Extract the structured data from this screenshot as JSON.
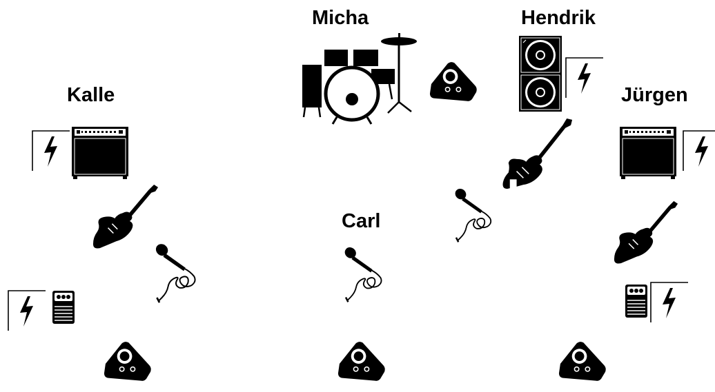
{
  "musicians": [
    {
      "name": "Micha"
    },
    {
      "name": "Hendrik"
    },
    {
      "name": "Kalle"
    },
    {
      "name": "Jürgen"
    },
    {
      "name": "Carl"
    }
  ],
  "equipment_icons": [
    "drum-kit-icon",
    "monitor-speaker-icon",
    "bass-cabinet-icon",
    "power-outlet-icon",
    "guitar-amp-icon",
    "electric-guitar-icon",
    "bass-guitar-icon",
    "microphone-icon",
    "effects-pedal-icon"
  ],
  "colors": {
    "ink": "#000000",
    "background": "#ffffff"
  }
}
